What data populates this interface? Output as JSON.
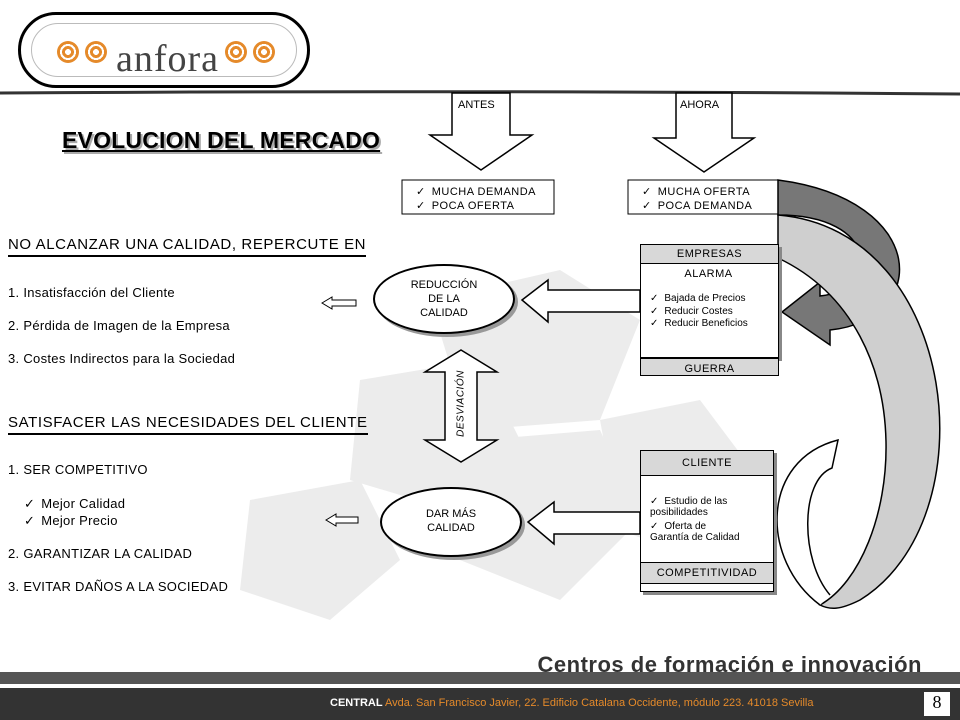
{
  "logo": {
    "brand": "anfora"
  },
  "title": "EVOLUCION DEL MERCADO",
  "antes": {
    "label": "ANTES",
    "items": [
      "MUCHA DEMANDA",
      "POCA OFERTA"
    ]
  },
  "ahora": {
    "label": "AHORA",
    "items": [
      "MUCHA OFERTA",
      "POCA DEMANDA"
    ]
  },
  "empresas": {
    "header": "EMPRESAS",
    "sub": "ALARMA",
    "items": [
      "Bajada de Precios",
      "Reducir Costes",
      "Reducir Beneficios"
    ],
    "footer": "GUERRA"
  },
  "cliente": {
    "header": "CLIENTE",
    "items": [
      "Estudio de las posibilidades",
      "Oferta de Garantía de Calidad"
    ],
    "footer": "COMPETITIVIDAD"
  },
  "section1": {
    "heading": "NO ALCANZAR UNA CALIDAD, REPERCUTE EN",
    "items": [
      "1.  Insatisfacción del Cliente",
      "2.  Pérdida de Imagen de la Empresa",
      "3.  Costes Indirectos para la Sociedad"
    ]
  },
  "ellipse1": [
    "REDUCCIÓN",
    "DE LA",
    "CALIDAD"
  ],
  "desviacion": "DESVIACIÓN",
  "section2": {
    "heading": "SATISFACER LAS NECESIDADES DEL CLIENTE",
    "item1": "1.  SER COMPETITIVO",
    "checks": [
      "Mejor Calidad",
      "Mejor Precio"
    ],
    "item2": "2.  GARANTIZAR LA CALIDAD",
    "item3": "3.  EVITAR DAÑOS A LA SOCIEDAD"
  },
  "ellipse2": [
    "DAR MÁS",
    "CALIDAD"
  ],
  "footer": {
    "title": "Centros de formación e innovación",
    "central_label": "CENTRAL",
    "address": "Avda. San Francisco Javier, 22. Edificio Catalana Occidente, módulo 223. 41018 Sevilla",
    "page": "8"
  },
  "colors": {
    "accent": "#e58a2a",
    "footer_bg": "#333333"
  }
}
